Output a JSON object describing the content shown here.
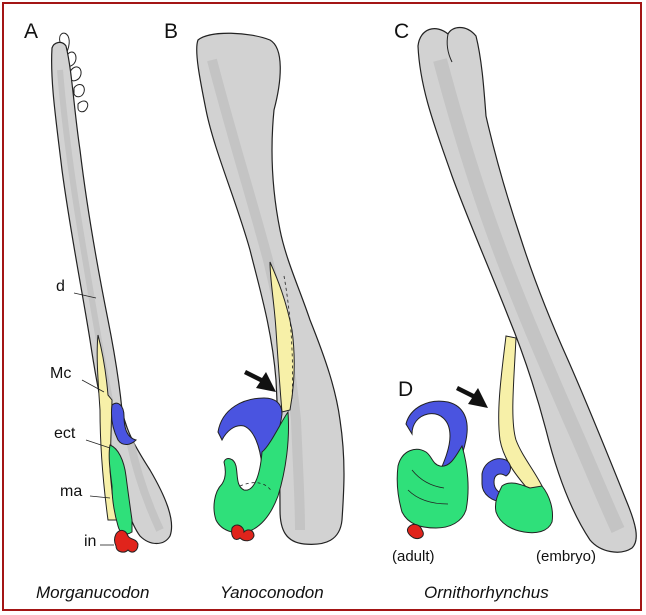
{
  "panels": {
    "a": {
      "letter": "A",
      "species": "Morganucodon"
    },
    "b": {
      "letter": "B",
      "species": "Yanoconodon"
    },
    "c": {
      "letter": "C",
      "species": "Ornithorhynchus"
    },
    "d": {
      "letter": "D"
    }
  },
  "labels": {
    "d": "d",
    "mc": "Mc",
    "ect": "ect",
    "ma": "ma",
    "in": "in",
    "adult": "(adult)",
    "embryo": "(embryo)"
  },
  "colors": {
    "border": "#a31515",
    "jaw_fill": "#d2d2d2",
    "jaw_shade": "#bdbdbd",
    "meckel_cartilage": "#f7f0a8",
    "ectotympanic": "#4a54e0",
    "malleus": "#2fe07a",
    "incus": "#e0241c"
  },
  "icons": [
    "arrow-icon",
    "arrow-icon"
  ]
}
